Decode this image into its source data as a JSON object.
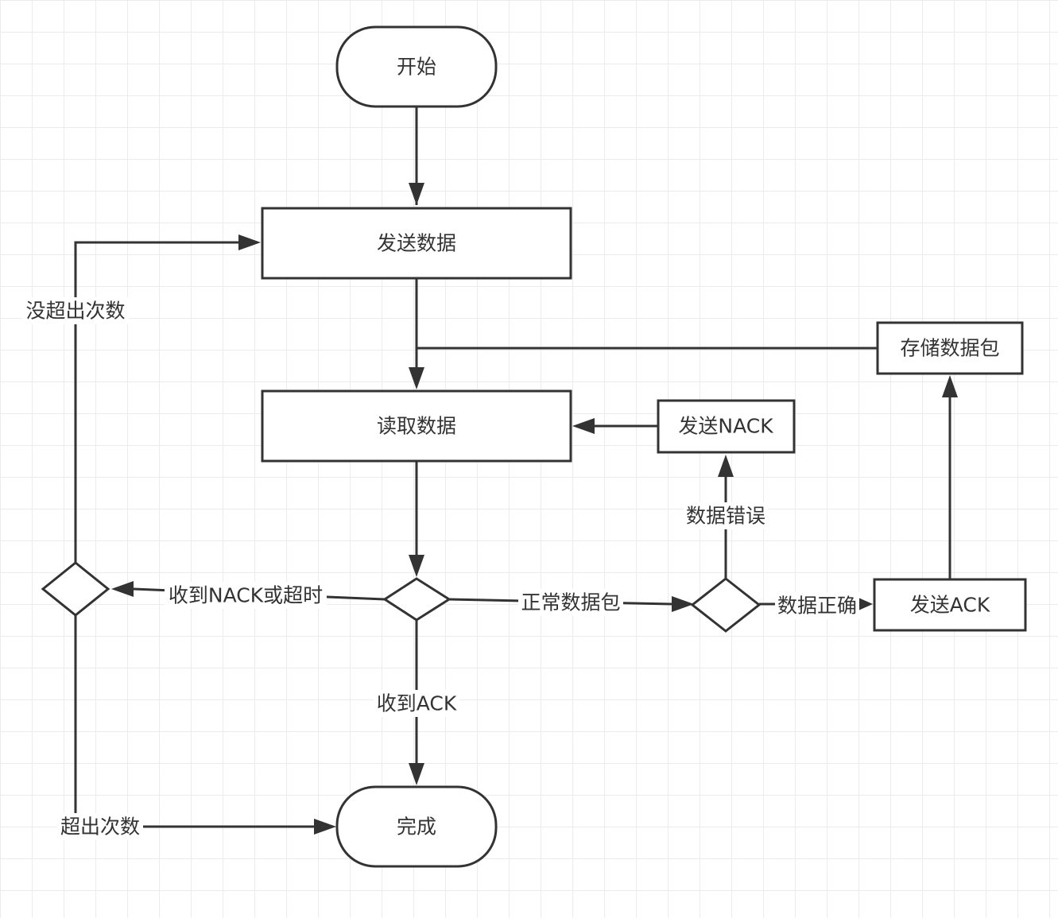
{
  "nodes": {
    "start": "开始",
    "send_data": "发送数据",
    "read_data": "读取数据",
    "store_packet": "存储数据包",
    "send_nack": "发送NACK",
    "send_ack": "发送ACK",
    "done": "完成"
  },
  "edge_labels": {
    "not_exceeded": "没超出次数",
    "nack_or_timeout": "收到NACK或超时",
    "normal_packet": "正常数据包",
    "data_correct": "数据正确",
    "data_error": "数据错误",
    "ack_received": "收到ACK",
    "exceeded": "超出次数"
  },
  "colors": {
    "stroke": "#333333",
    "grid": "#e6e6e6",
    "background": "#ffffff"
  }
}
